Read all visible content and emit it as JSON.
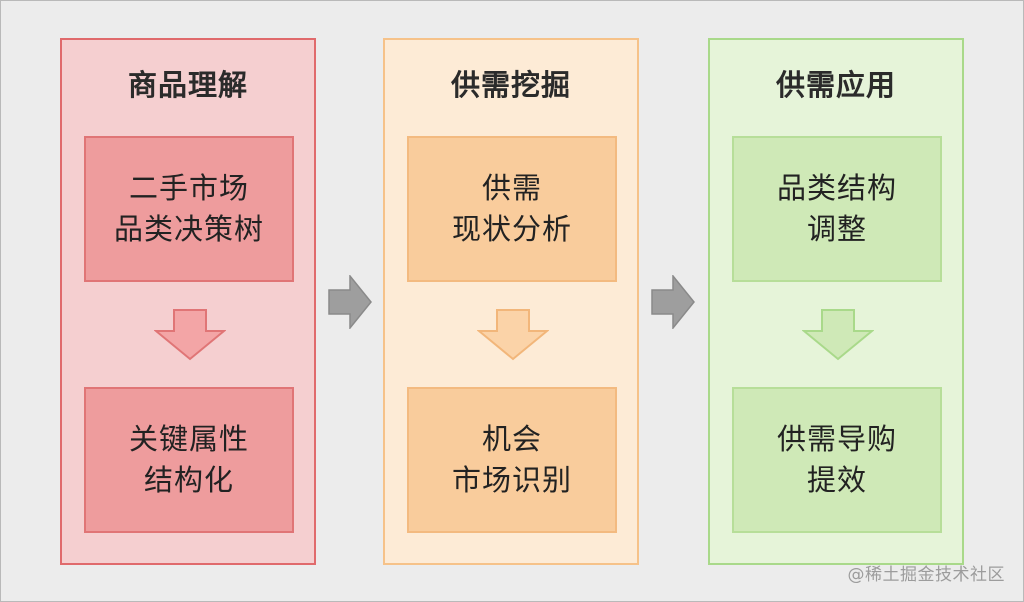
{
  "columns": [
    {
      "title": "商品理解",
      "top_box": "二手市场\n品类决策树",
      "bottom_box": "关键属性\n结构化",
      "colors": {
        "panel": "#f5cfd0",
        "panel_border": "#e06a6c",
        "box": "#ee9c9d",
        "arrow": "#f3a5a6",
        "arrow_border": "#e07576"
      }
    },
    {
      "title": "供需挖掘",
      "top_box": "供需\n现状分析",
      "bottom_box": "机会\n市场识别",
      "colors": {
        "panel": "#fdebd6",
        "panel_border": "#f6c289",
        "box": "#f9cc9c",
        "arrow": "#fbd3a8",
        "arrow_border": "#f2b67a"
      }
    },
    {
      "title": "供需应用",
      "top_box": "品类结构\n调整",
      "bottom_box": "供需导购\n提效",
      "colors": {
        "panel": "#e6f4d9",
        "panel_border": "#a9d98a",
        "box": "#cfe9b7",
        "arrow": "#cfe9b7",
        "arrow_border": "#a9d98a"
      }
    }
  ],
  "connector_color": "#9e9e9e",
  "watermark": "@稀土掘金技术社区"
}
